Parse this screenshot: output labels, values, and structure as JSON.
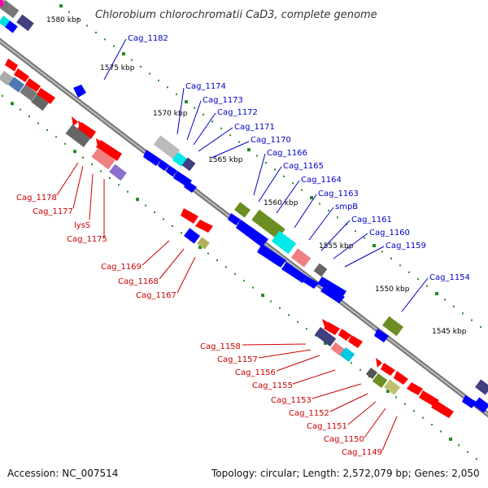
{
  "title": "Chlorobium chlorochromatii CaD3, complete genome",
  "footer": {
    "accession": "Accession: NC_007514",
    "summary": "Topology: circular; Length: 2,572,079 bp; Genes: 2,050"
  },
  "ticks": [
    "1580 kbp",
    "1575 kbp",
    "1570 kbp",
    "1565 kbp",
    "1560 kbp",
    "1555 kbp",
    "1550 kbp",
    "1545 kbp"
  ],
  "forward_labels": [
    "Cag_1182",
    "Cag_1174",
    "Cag_1173",
    "Cag_1172",
    "Cag_1171",
    "Cag_1170",
    "Cag_1166",
    "Cag_1165",
    "Cag_1164",
    "Cag_1163",
    "smpB",
    "Cag_1161",
    "Cag_1160",
    "Cag_1159",
    "Cag_1154"
  ],
  "reverse_labels": [
    "Cag_1178",
    "Cag_1177",
    "lysS",
    "Cag_1175",
    "Cag_1169",
    "Cag_1168",
    "Cag_1167",
    "Cag_1158",
    "Cag_1157",
    "Cag_1156",
    "Cag_1155",
    "Cag_1153",
    "Cag_1152",
    "Cag_1151",
    "Cag_1150",
    "Cag_1149"
  ],
  "colors": {
    "forward_label": "#0000c8",
    "reverse_label": "#cc0000",
    "backbone": "#808080",
    "gc_skew": "#228b22",
    "cds_blue": "#0000ff",
    "cds_red": "#ff0000"
  }
}
